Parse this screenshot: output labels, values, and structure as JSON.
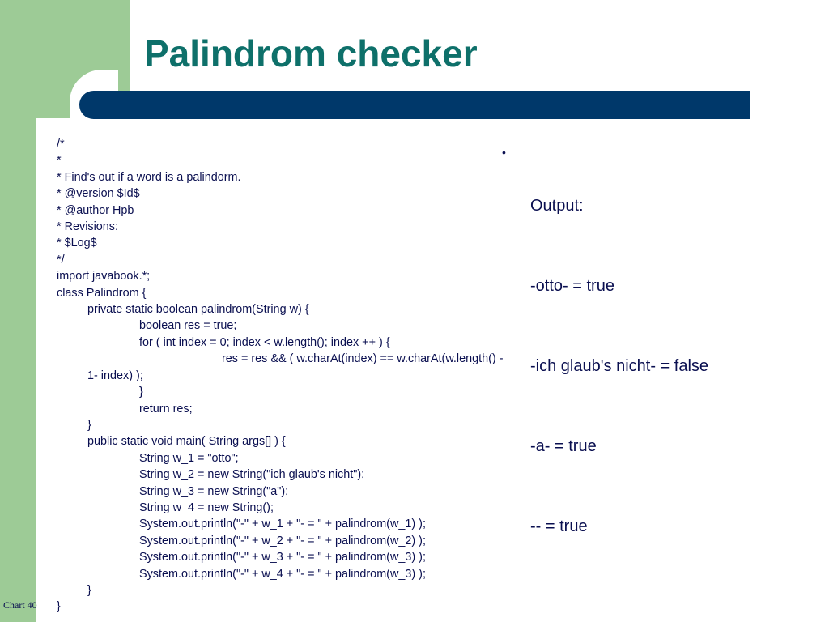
{
  "slide": {
    "title": "Palindrom checker",
    "footer": "Chart 40"
  },
  "code_lines": [
    "/*",
    "*",
    "* Find's out if a word is a palindorm.",
    "* @version $Id$",
    "* @author Hpb",
    "* Revisions:",
    "* $Log$",
    "*/",
    "import javabook.*;",
    "class Palindrom {",
    "private static boolean palindrom(String w) {",
    "boolean res = true;",
    "for ( int index = 0; index < w.length(); index ++ ) {",
    "res = res && ( w.charAt(index) == w.charAt(w.length() -",
    "1- index) );",
    "}",
    "return res;",
    "}",
    "public static void main( String args[] ) {",
    "String w_1 = \"otto\";",
    "String w_2 = new String(\"ich glaub's nicht\");",
    "String w_3 = new String(\"a\");",
    "String w_4 = new String();",
    "System.out.println(\"-\" + w_1 + \"- = \" + palindrom(w_1) );",
    "System.out.println(\"-\" + w_2 + \"- = \" + palindrom(w_2) );",
    "System.out.println(\"-\" + w_3 + \"- = \" + palindrom(w_3) );",
    "System.out.println(\"-\" + w_4 + \"- = \" + palindrom(w_3) );",
    "}",
    "}"
  ],
  "output": {
    "bullet": "•",
    "lines": [
      "Output:",
      "-otto- = true",
      "-ich glaub's nicht- = false",
      "-a- = true",
      "-- = true"
    ]
  },
  "colors": {
    "title": "#0e706a",
    "green": "#9dcb96",
    "navy": "#00386a",
    "text": "#0a0f50"
  }
}
